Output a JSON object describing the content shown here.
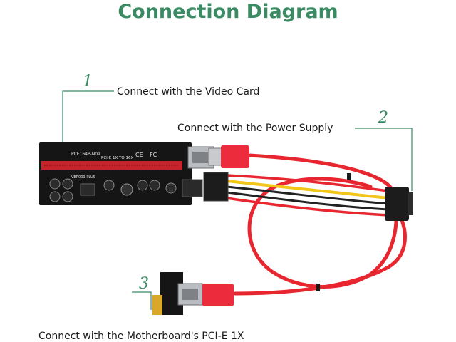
{
  "title": "Connection Diagram",
  "callouts": [
    {
      "number": "1",
      "text": "Connect with the Video Card"
    },
    {
      "number": "2",
      "text": "Connect with the Power Supply"
    },
    {
      "number": "3",
      "text": "Connect with the Motherboard's PCI-E 1X"
    }
  ],
  "board": {
    "model": "PCE164P-N09",
    "version": "VER009-PLUS",
    "spec": "PCI-E 1X TO 16X",
    "marks": [
      "CE",
      "FC"
    ]
  },
  "colors": {
    "accent": "#3a8a63",
    "cable": "#e8262f",
    "board": "#151515",
    "slot": "#c4242a",
    "yellow_wire": "#f2c619",
    "usb_head": "#ec2b3c"
  }
}
